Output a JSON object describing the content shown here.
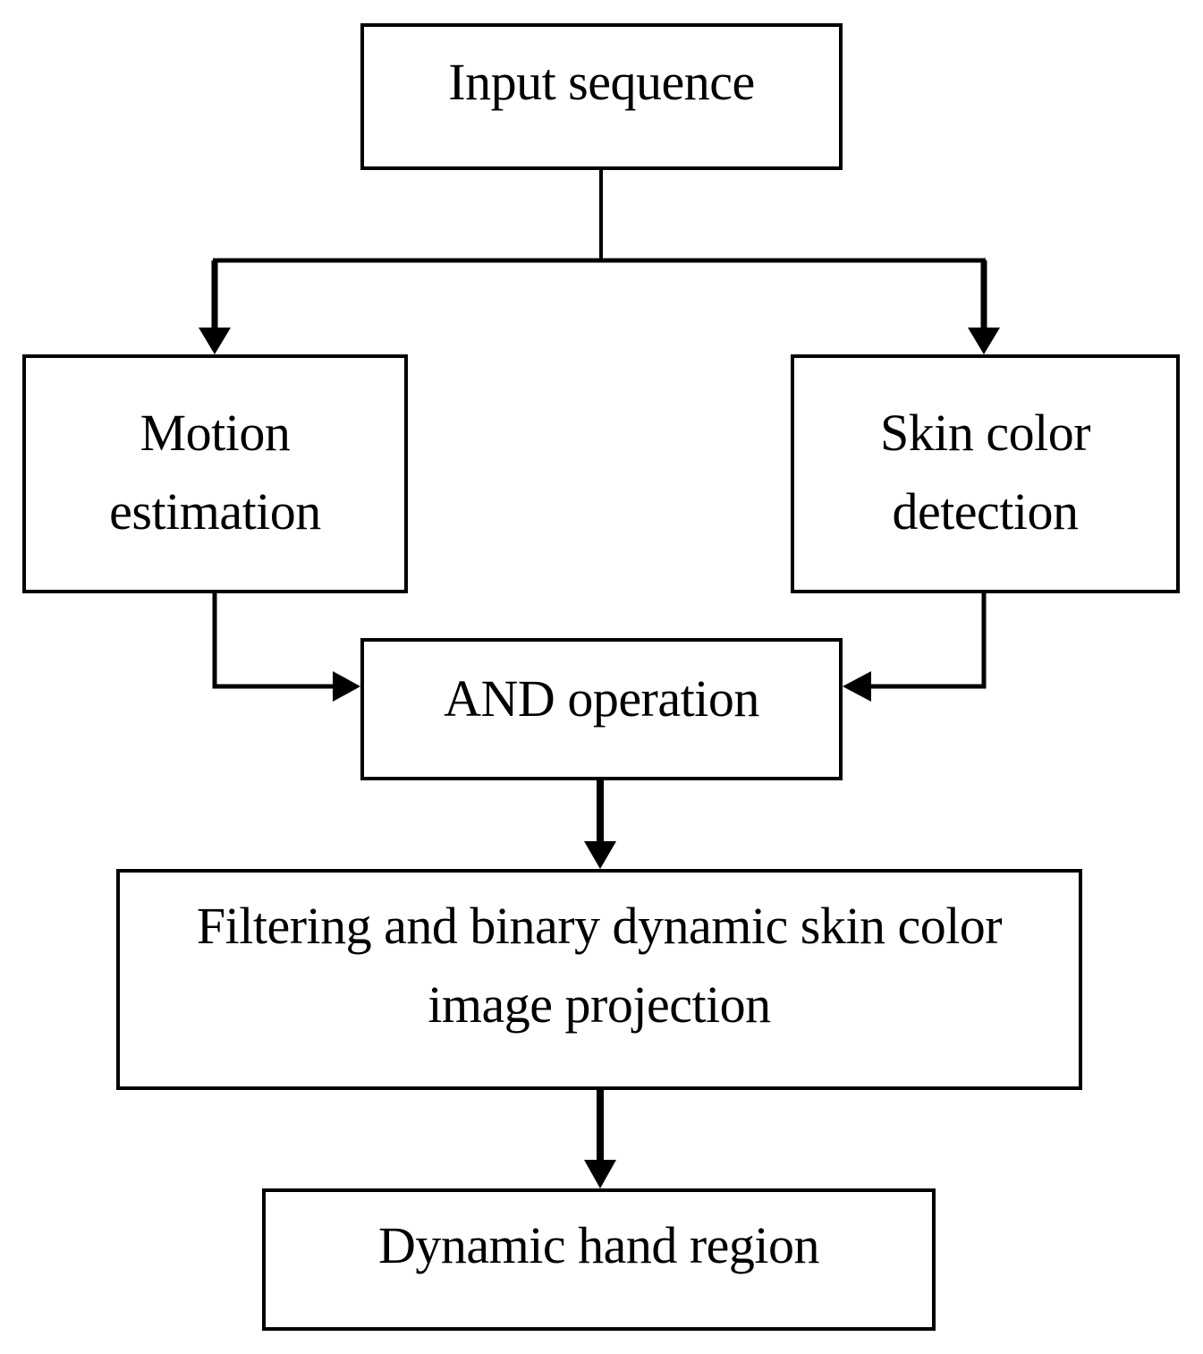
{
  "diagram": {
    "nodes": {
      "input": {
        "label": "Input sequence"
      },
      "motion": {
        "label_lines": [
          "Motion",
          "estimation"
        ]
      },
      "skin": {
        "label_lines": [
          "Skin color",
          "detection"
        ]
      },
      "and_op": {
        "label": "AND operation"
      },
      "filter": {
        "label_lines": [
          "Filtering and binary dynamic skin color",
          "image projection"
        ]
      },
      "hand": {
        "label": "Dynamic hand region"
      }
    },
    "edges": [
      {
        "from": "input",
        "to": "motion"
      },
      {
        "from": "input",
        "to": "skin"
      },
      {
        "from": "motion",
        "to": "and_op"
      },
      {
        "from": "skin",
        "to": "and_op"
      },
      {
        "from": "and_op",
        "to": "filter"
      },
      {
        "from": "filter",
        "to": "hand"
      }
    ],
    "colors": {
      "line": "#000000",
      "box_fill": "#ffffff"
    }
  }
}
